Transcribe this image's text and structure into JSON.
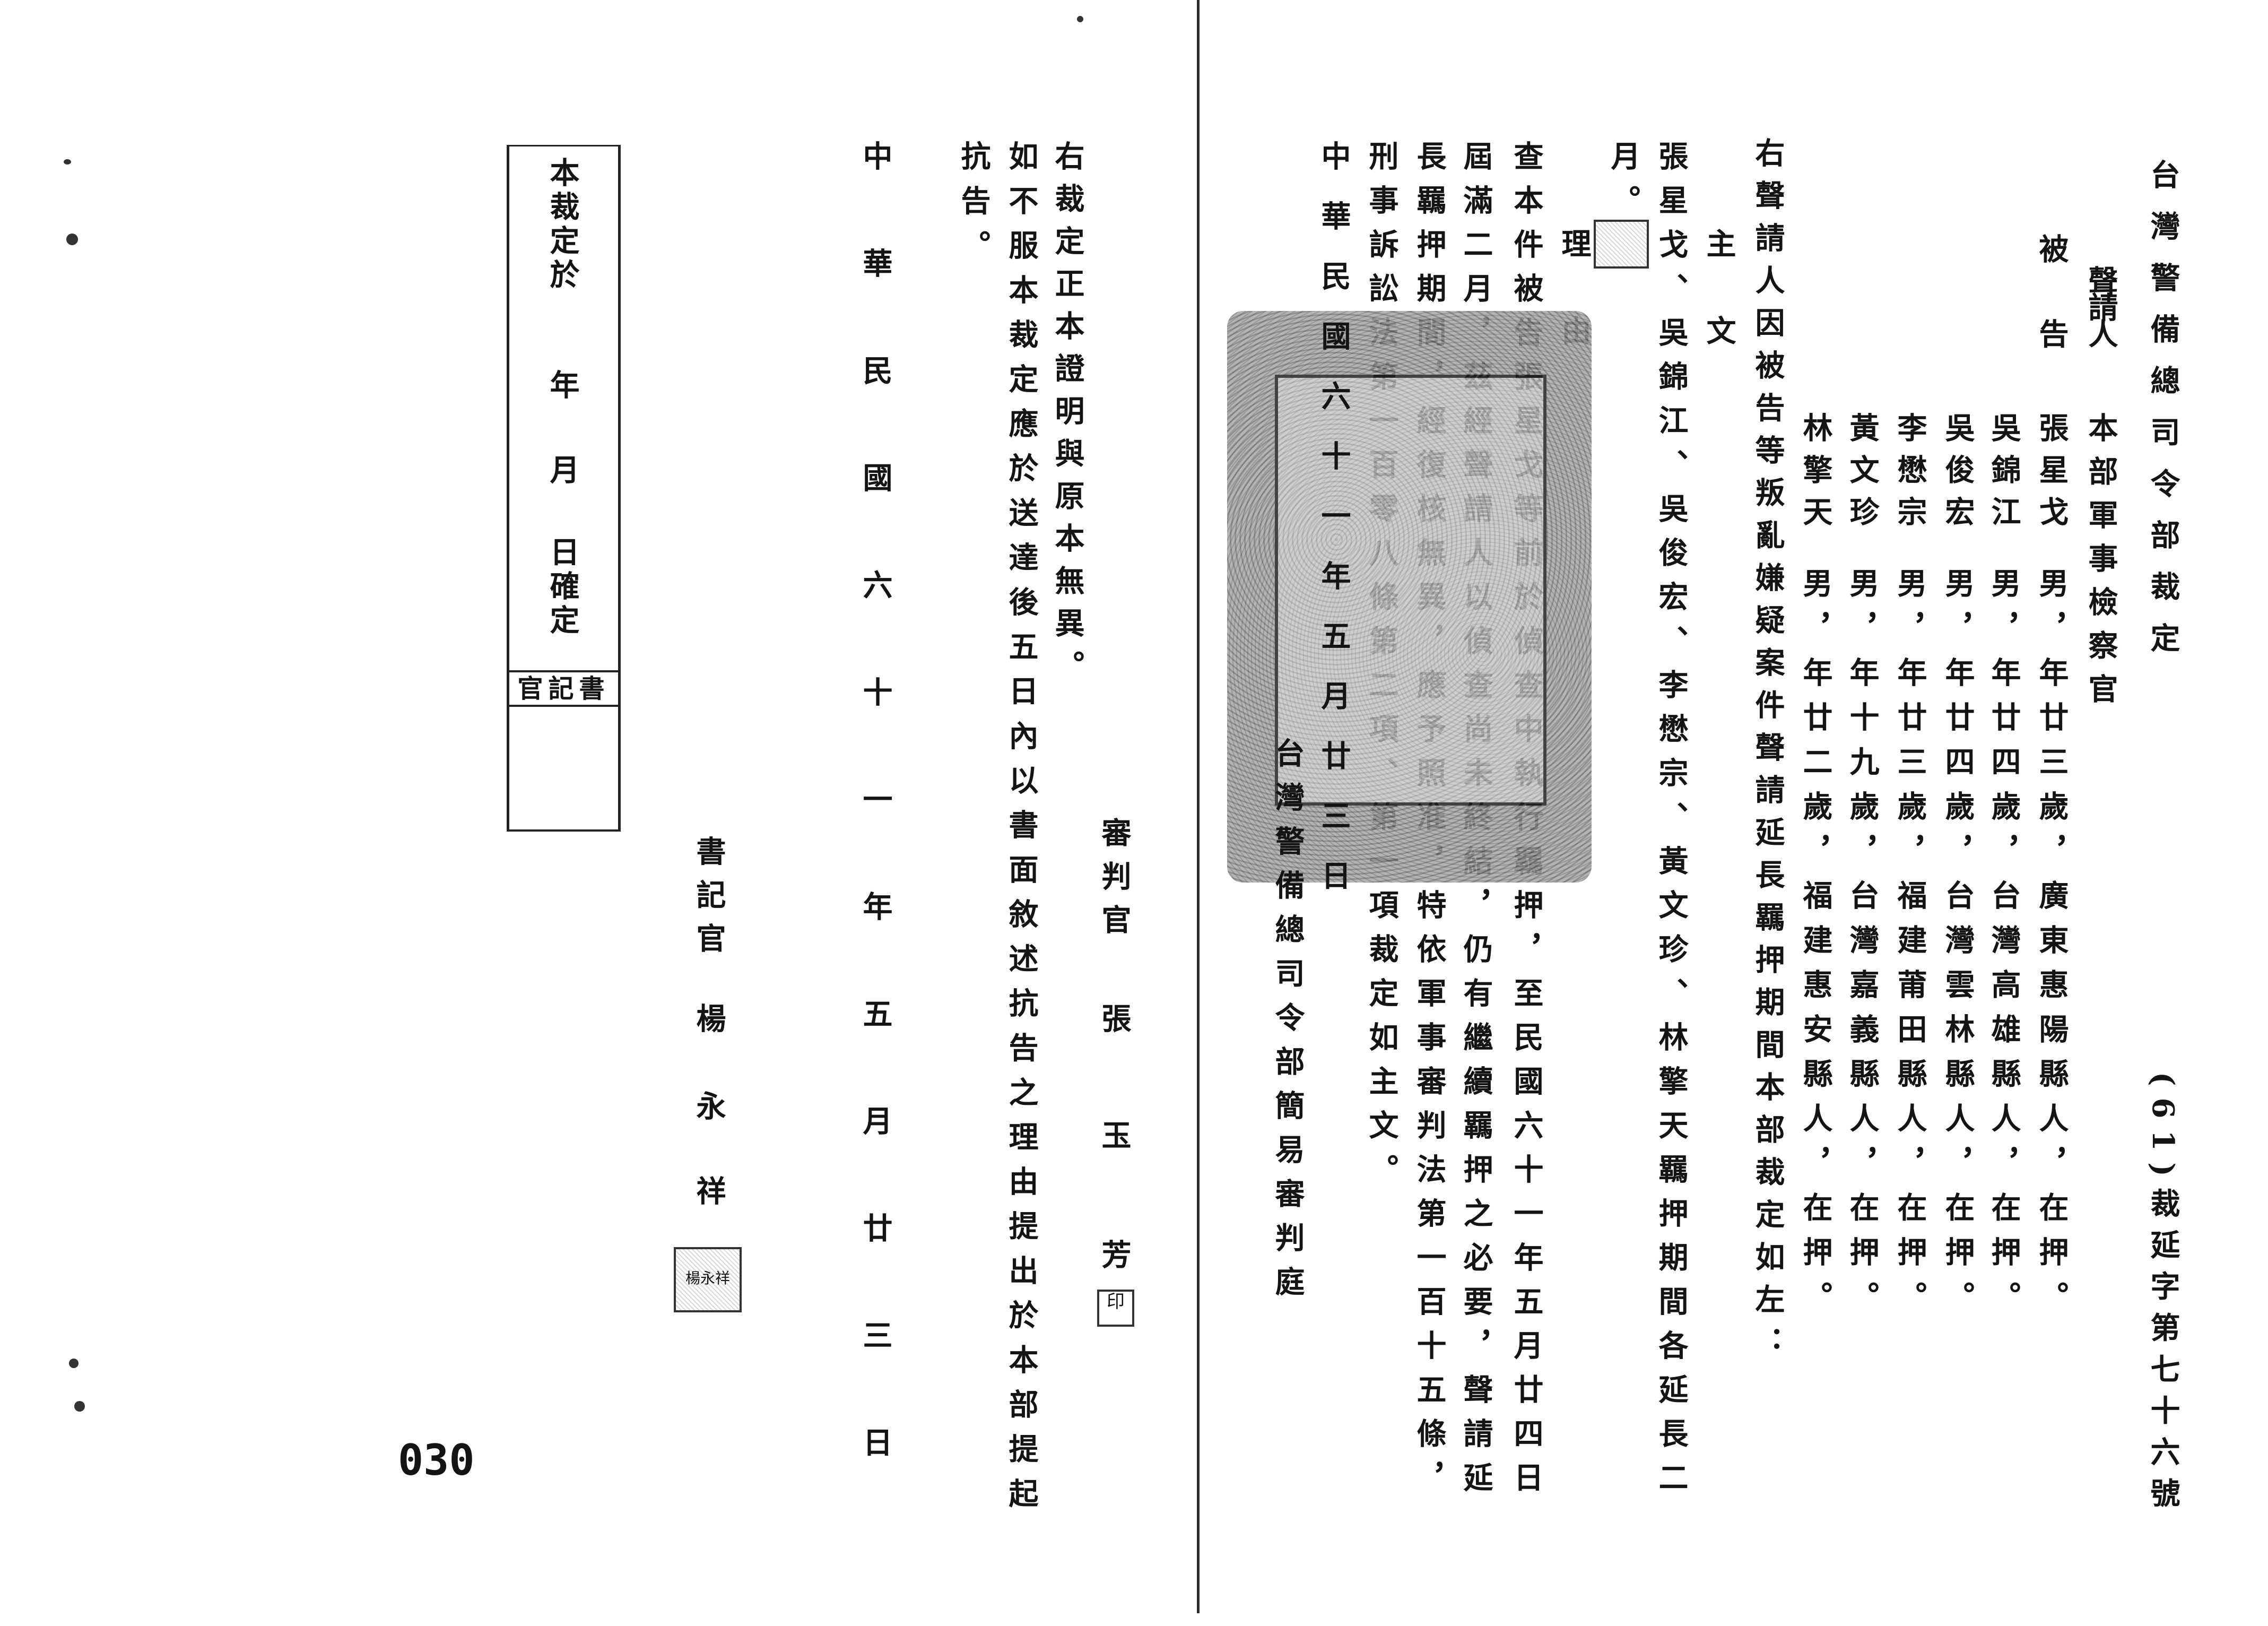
{
  "right_page": {
    "title": "台灣警備總司令部裁定",
    "case_number": "(61)裁延字第七十六號",
    "applicant_label": "聲請人",
    "applicant": "本部軍事檢察官",
    "defendant_label": "被告",
    "defendants": [
      {
        "name": "張星戈",
        "details": "男，年廿三歲，廣東惠陽縣人，在押。"
      },
      {
        "name": "吳錦江",
        "details": "男，年廿四歲，台灣高雄縣人，在押。"
      },
      {
        "name": "吳俊宏",
        "details": "男，年廿四歲，台灣雲林縣人，在押。"
      },
      {
        "name": "李懋宗",
        "details": "男，年廿三歲，福建莆田縣人，在押。"
      },
      {
        "name": "黃文珍",
        "details": "男，年十九歲，台灣嘉義縣人，在押。"
      },
      {
        "name": "林擎天",
        "details": "男，年廿二歲，福建惠安縣人，在押。"
      }
    ],
    "preamble": "右聲請人因被告等叛亂嫌疑案件聲請延長羈押期間本部裁定如左：",
    "main_heading": "主文",
    "main_text": [
      "張星戈、吳錦江、吳俊宏、李懋宗、黃文珍、林擎天羈押期間各延長二",
      "月。"
    ],
    "reason_heading": "理由",
    "reason_text": [
      "查本件被告張星戈等前於偵查中執行羈押，至民國六十一年五月廿四日",
      "屆滿二月，茲經聲請人以偵查尚未終結，仍有繼續羈押之必要，聲請延",
      "長羈押期間，經復核無異，應予照准，特依軍事審判法第一百十五條，",
      "刑事訴訟法第一百零八條第二項、第一項裁定如主文。"
    ],
    "date": "中華民國六十一年五月廿三日",
    "court": "台灣警備總司令部簡易審判庭"
  },
  "left_page": {
    "judge_label": "審判官",
    "judge_name": [
      "張",
      "玉",
      "芳"
    ],
    "judge_seal": "印",
    "certification": "右裁定正本證明與原本無異。",
    "appeal_notice": [
      "如不服本裁定應於送達後五日內以書面敘述抗告之理由提出於本部提起",
      "抗告。"
    ],
    "date": "中華民國六十一年五月廿三日",
    "clerk_label": "書記官",
    "clerk_name": [
      "楊",
      "永",
      "祥"
    ],
    "clerk_seal": "楊永祥",
    "finality_box": {
      "text": [
        "本裁定於",
        "年",
        "月",
        "日確定"
      ],
      "clerk_label": "官記書"
    },
    "page_number": "030"
  }
}
